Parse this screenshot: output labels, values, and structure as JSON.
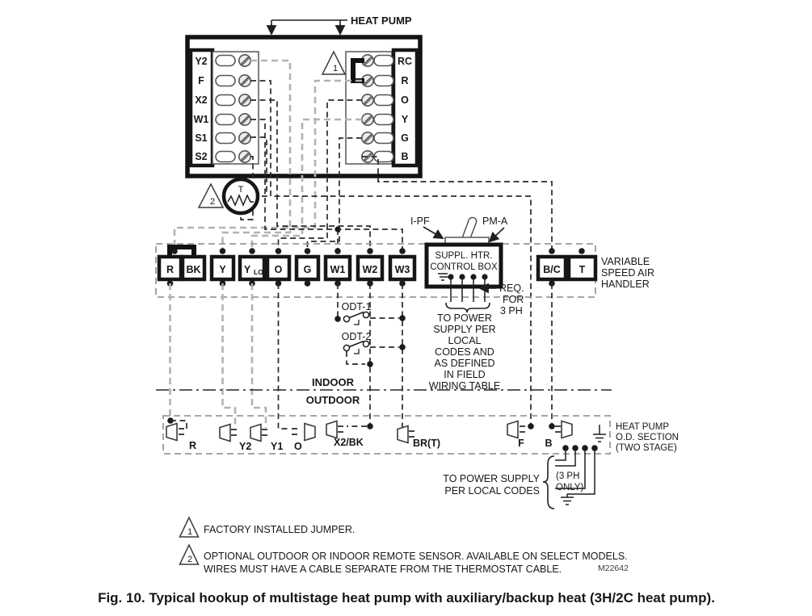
{
  "colors": {
    "ink": "#1f1f22",
    "gray_wire": "#b1b3b5",
    "box_dash": "#97999b"
  },
  "header": {
    "heat_pump_callout": "HEAT PUMP"
  },
  "thermostat": {
    "left_terminals": [
      "Y2",
      "F",
      "X2",
      "W1",
      "S1",
      "S2"
    ],
    "right_terminals": [
      "RC",
      "R",
      "O",
      "Y",
      "G",
      "B"
    ],
    "jumper_flag": "1",
    "sensor_flag": "2",
    "sensor_label": "T"
  },
  "air_handler": {
    "terminals": [
      "R",
      "BK",
      "Y",
      {
        "base": "Y",
        "sub": "LO"
      },
      "O",
      "G",
      "W1",
      "W2",
      "W3"
    ],
    "aux_terminals": [
      "B/C",
      "T"
    ],
    "name_lines": [
      "VARIABLE",
      "SPEED AIR",
      "HANDLER"
    ],
    "control_box": {
      "line1": "SUPPL. HTR.",
      "line2": "CONTROL BOX"
    },
    "i_pf_label": "I-PF",
    "pm_a_label": "PM-A",
    "req_lines": [
      "REQ.",
      "FOR",
      "3 PH"
    ],
    "power_note_lines": [
      "TO POWER",
      "SUPPLY PER",
      "LOCAL",
      "CODES AND",
      "AS DEFINED",
      "IN FIELD",
      "WIRING TABLE"
    ]
  },
  "switches": {
    "odt1": "ODT-1",
    "odt2": "ODT-2"
  },
  "zones": {
    "indoor": "INDOOR",
    "outdoor": "OUTDOOR"
  },
  "heat_pump": {
    "terminals": [
      "R",
      "Y2",
      "Y1",
      "O",
      "X2/BK",
      "BR(T)",
      "F",
      "B"
    ],
    "name_lines": [
      "HEAT PUMP",
      "O.D. SECTION",
      "(TWO STAGE)"
    ],
    "power_note_lines": [
      "TO POWER SUPPLY",
      "PER LOCAL CODES"
    ],
    "phase_note_lines": [
      "(3 PH",
      "ONLY)"
    ]
  },
  "notes": [
    {
      "number": "1",
      "lines": [
        "FACTORY INSTALLED JUMPER."
      ]
    },
    {
      "number": "2",
      "lines": [
        "OPTIONAL OUTDOOR OR INDOOR REMOTE SENSOR.  AVAILABLE ON SELECT MODELS.",
        "WIRES MUST HAVE A CABLE SEPARATE FROM THE THERMOSTAT CABLE."
      ]
    }
  ],
  "doc_number": "M22642",
  "caption": "Fig. 10. Typical hookup of multistage heat pump with auxiliary/backup heat (3H/2C heat pump)."
}
